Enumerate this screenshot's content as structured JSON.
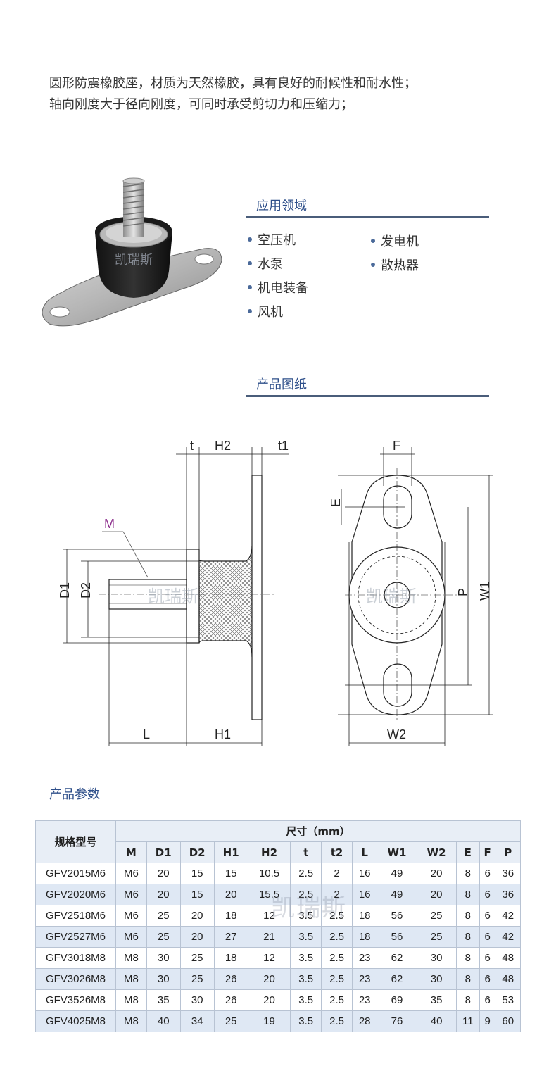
{
  "intro": {
    "line1": "圆形防震橡胶座，材质为天然橡胶，具有良好的耐候性和耐水性；",
    "line2": "轴向刚度大于径向刚度，可同时承受剪切力和压缩力；"
  },
  "applications": {
    "title": "应用领域",
    "left": [
      "空压机",
      "水泵",
      "机电装备",
      "风机"
    ],
    "right": [
      "发电机",
      "散热器"
    ]
  },
  "drawing": {
    "title": "产品图纸",
    "labels": {
      "t": "t",
      "h2": "H2",
      "t1": "t1",
      "m": "M",
      "d1": "D1",
      "d2": "D2",
      "l": "L",
      "h1": "H1",
      "f": "F",
      "e": "E",
      "p": "P",
      "w1": "W1",
      "w2": "W2"
    },
    "watermark": "凯瑞斯"
  },
  "params": {
    "title": "产品参数",
    "model_header": "规格型号",
    "size_header": "尺寸（mm）",
    "columns": [
      "M",
      "D1",
      "D2",
      "H1",
      "H2",
      "t",
      "t2",
      "L",
      "W1",
      "W2",
      "E",
      "F",
      "P"
    ],
    "rows": [
      [
        "GFV2015M6",
        "M6",
        "20",
        "15",
        "15",
        "10.5",
        "2.5",
        "2",
        "16",
        "49",
        "20",
        "8",
        "6",
        "36"
      ],
      [
        "GFV2020M6",
        "M6",
        "20",
        "15",
        "20",
        "15.5",
        "2.5",
        "2",
        "16",
        "49",
        "20",
        "8",
        "6",
        "36"
      ],
      [
        "GFV2518M6",
        "M6",
        "25",
        "20",
        "18",
        "12",
        "3.5",
        "2.5",
        "18",
        "56",
        "25",
        "8",
        "6",
        "42"
      ],
      [
        "GFV2527M6",
        "M6",
        "25",
        "20",
        "27",
        "21",
        "3.5",
        "2.5",
        "18",
        "56",
        "25",
        "8",
        "6",
        "42"
      ],
      [
        "GFV3018M8",
        "M8",
        "30",
        "25",
        "18",
        "12",
        "3.5",
        "2.5",
        "23",
        "62",
        "30",
        "8",
        "6",
        "48"
      ],
      [
        "GFV3026M8",
        "M8",
        "30",
        "25",
        "26",
        "20",
        "3.5",
        "2.5",
        "23",
        "62",
        "30",
        "8",
        "6",
        "48"
      ],
      [
        "GFV3526M8",
        "M8",
        "35",
        "30",
        "26",
        "20",
        "3.5",
        "2.5",
        "23",
        "69",
        "35",
        "8",
        "6",
        "53"
      ],
      [
        "GFV4025M8",
        "M8",
        "40",
        "34",
        "25",
        "19",
        "3.5",
        "2.5",
        "28",
        "76",
        "40",
        "11",
        "9",
        "60"
      ]
    ]
  },
  "colors": {
    "accent": "#2e4f8a",
    "rule": "#4a5d7a",
    "table_stripe": "#dfe8f4",
    "table_border": "#b8c3d3"
  }
}
